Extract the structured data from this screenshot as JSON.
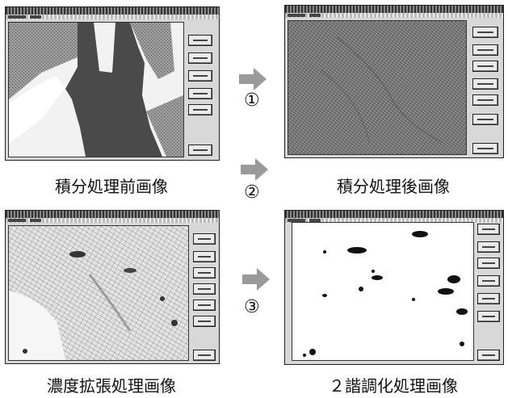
{
  "captions": {
    "top_left": "積分処理前画像",
    "top_right": "積分処理後画像",
    "bottom_left": "濃度拡張処理画像",
    "bottom_right": "２諧調化処理画像"
  },
  "steps": [
    "①",
    "②",
    "③"
  ],
  "icons": {
    "arrow": "right-arrow-icon"
  },
  "colors": {
    "dark_region": "#4a4a4a",
    "noise": "#8a8a8a",
    "light": "#e4e4e4",
    "window": "#d8d8d8"
  }
}
